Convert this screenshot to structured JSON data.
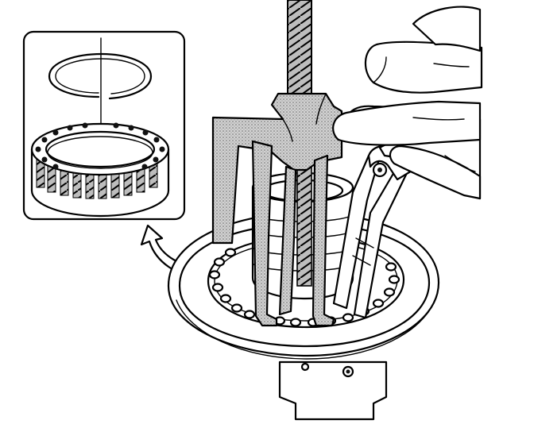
{
  "figure": {
    "kind": "technical-line-illustration",
    "subject": "spring-compressor-tool-on-clutch-piston-housing",
    "ink_color": "#000000",
    "paper_color": "#ffffff",
    "inset": {
      "parts": [
        "snap-ring",
        "return-spring-assembly"
      ],
      "arrow_points_to": "return-spring-assembly-in-housing"
    },
    "text_labels": []
  }
}
